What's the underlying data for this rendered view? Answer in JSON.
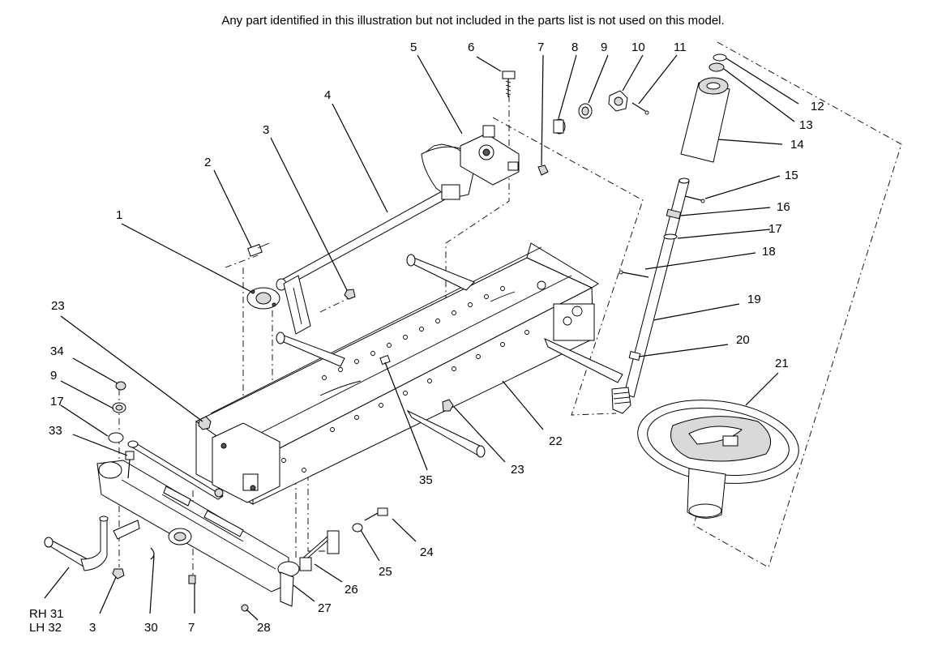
{
  "note": "Any part identified in this illustration but not included in the parts list is not used on this model.",
  "callouts": [
    {
      "id": "c1",
      "text": "1"
    },
    {
      "id": "c2",
      "text": "2"
    },
    {
      "id": "c3a",
      "text": "3"
    },
    {
      "id": "c4",
      "text": "4"
    },
    {
      "id": "c5",
      "text": "5"
    },
    {
      "id": "c6",
      "text": "6"
    },
    {
      "id": "c7a",
      "text": "7"
    },
    {
      "id": "c8",
      "text": "8"
    },
    {
      "id": "c9a",
      "text": "9"
    },
    {
      "id": "c10",
      "text": "10"
    },
    {
      "id": "c11",
      "text": "11"
    },
    {
      "id": "c12",
      "text": "12"
    },
    {
      "id": "c13",
      "text": "13"
    },
    {
      "id": "c14",
      "text": "14"
    },
    {
      "id": "c15",
      "text": "15"
    },
    {
      "id": "c16",
      "text": "16"
    },
    {
      "id": "c17a",
      "text": "17"
    },
    {
      "id": "c18",
      "text": "18"
    },
    {
      "id": "c19",
      "text": "19"
    },
    {
      "id": "c20",
      "text": "20"
    },
    {
      "id": "c21",
      "text": "21"
    },
    {
      "id": "c22",
      "text": "22"
    },
    {
      "id": "c23a",
      "text": "23"
    },
    {
      "id": "c23b",
      "text": "23"
    },
    {
      "id": "c24",
      "text": "24"
    },
    {
      "id": "c25",
      "text": "25"
    },
    {
      "id": "c26",
      "text": "26"
    },
    {
      "id": "c27",
      "text": "27"
    },
    {
      "id": "c28",
      "text": "28"
    },
    {
      "id": "c30",
      "text": "30"
    },
    {
      "id": "c7b",
      "text": "7"
    },
    {
      "id": "c3b",
      "text": "3"
    },
    {
      "id": "c33",
      "text": "33"
    },
    {
      "id": "c17b",
      "text": "17"
    },
    {
      "id": "c9b",
      "text": "9"
    },
    {
      "id": "c34",
      "text": "34"
    },
    {
      "id": "c35",
      "text": "35"
    },
    {
      "id": "crh",
      "text": "RH 31"
    },
    {
      "id": "clh",
      "text": "LH 32"
    }
  ]
}
